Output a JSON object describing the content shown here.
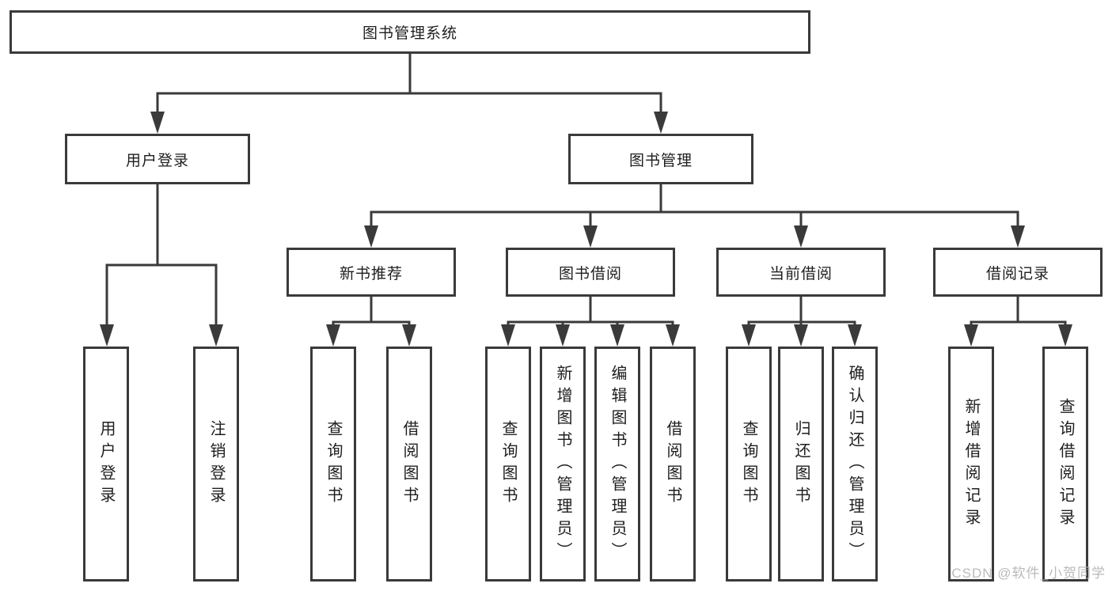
{
  "diagram_title": "图书管理系统",
  "tree": {
    "label": "图书管理系统",
    "children": [
      {
        "label": "用户登录",
        "children": [
          {
            "label": "用户登录"
          },
          {
            "label": "注销登录"
          }
        ]
      },
      {
        "label": "图书管理",
        "children": [
          {
            "label": "新书推荐",
            "children": [
              {
                "label": "查询图书"
              },
              {
                "label": "借阅图书"
              }
            ]
          },
          {
            "label": "图书借阅",
            "children": [
              {
                "label": "查询图书"
              },
              {
                "label": "新增图书（管理员）"
              },
              {
                "label": "编辑图书（管理员）"
              },
              {
                "label": "借阅图书"
              }
            ]
          },
          {
            "label": "当前借阅",
            "children": [
              {
                "label": "查询图书"
              },
              {
                "label": "归还图书"
              },
              {
                "label": "确认归还（管理员）"
              }
            ]
          },
          {
            "label": "借阅记录",
            "children": [
              {
                "label": "新增借阅记录"
              },
              {
                "label": "查询借阅记录"
              }
            ]
          }
        ]
      }
    ]
  },
  "watermark": "CSDN @软件_小贺同学",
  "colors": {
    "border": "#3a3a3a",
    "line": "#3a3a3a",
    "text": "#1e1e1e",
    "background": "#ffffff",
    "watermark": "#b2b2b2"
  }
}
